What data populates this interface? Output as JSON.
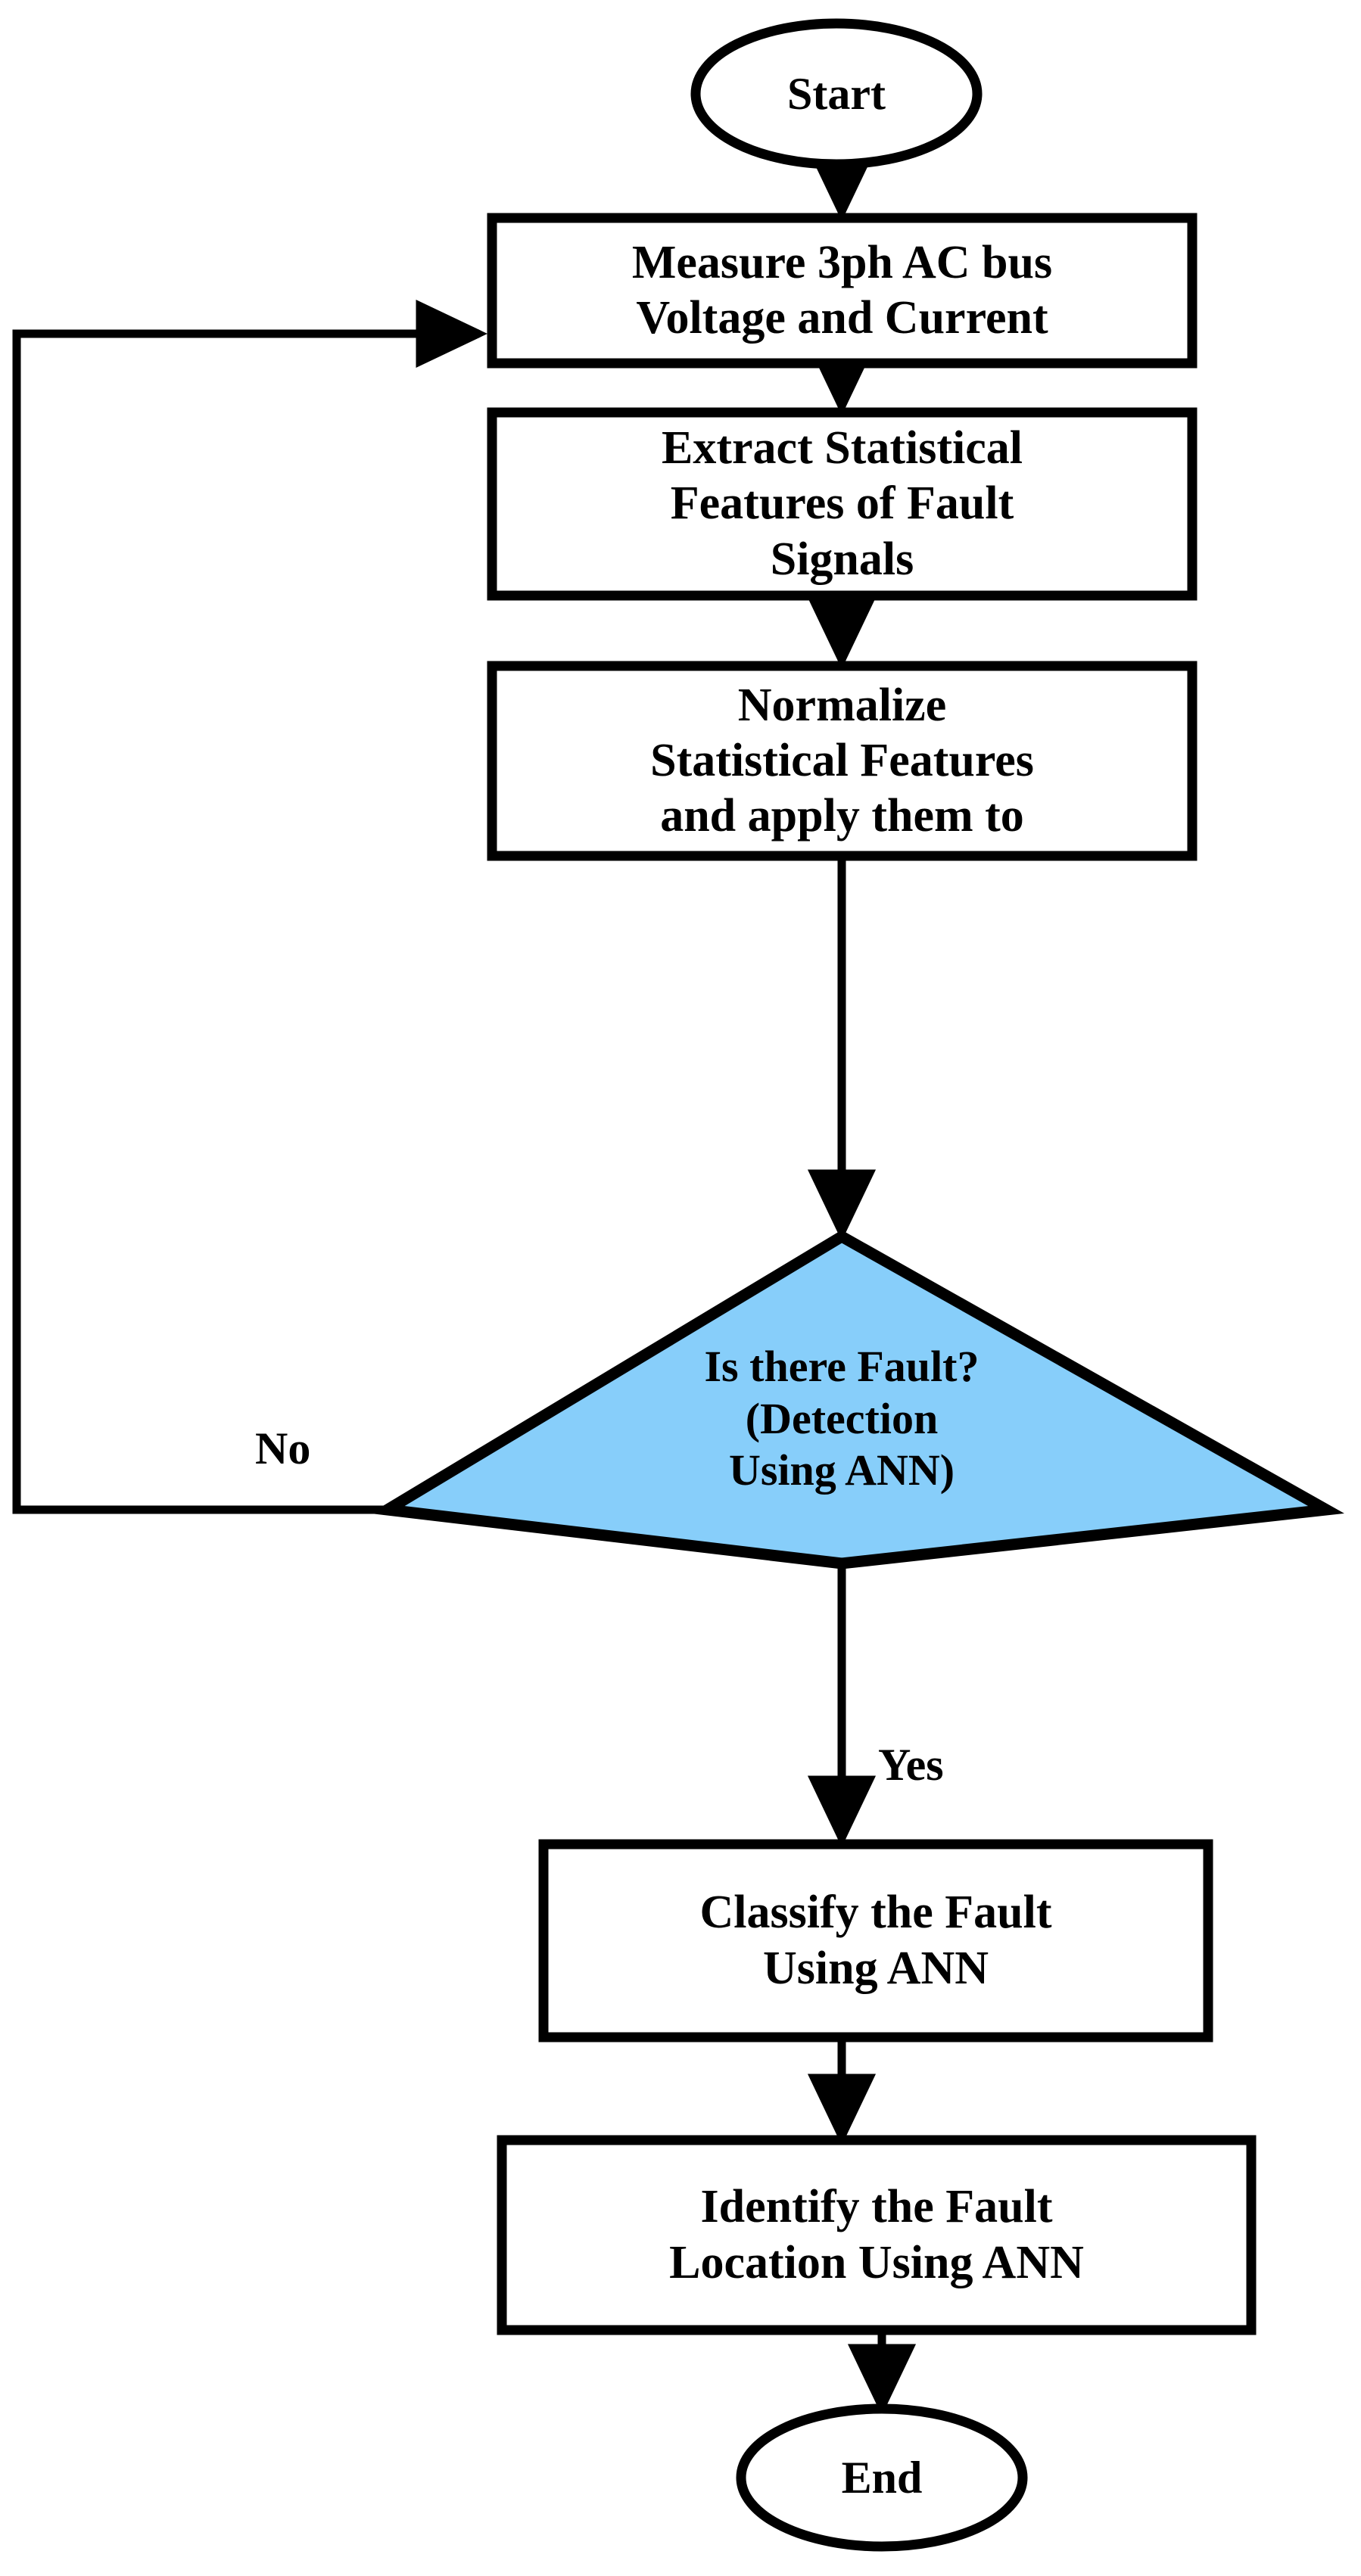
{
  "diagram": {
    "title": "ANN-based fault detection, classification and location flowchart",
    "type": "flowchart",
    "background_color": "#FFFFFF",
    "stroke_color": "#000000",
    "decision_fill_color": "#87CEFA"
  },
  "nodes": {
    "start": {
      "shape": "terminator-oval",
      "text": "Start"
    },
    "measure": {
      "shape": "process-rectangle",
      "lines": [
        "Measure 3ph AC bus",
        "Voltage and Current"
      ]
    },
    "extract": {
      "shape": "process-rectangle",
      "lines": [
        "Extract Statistical",
        "Features of Fault",
        "Signals"
      ]
    },
    "normalize": {
      "shape": "process-rectangle",
      "lines": [
        "Normalize",
        "Statistical Features",
        "and apply them to"
      ]
    },
    "decision": {
      "shape": "decision-diamond",
      "fill": "#87CEFA",
      "lines": [
        "Is there Fault?",
        "(Detection",
        "Using ANN)"
      ]
    },
    "classify": {
      "shape": "process-rectangle",
      "lines": [
        "Classify the Fault",
        "Using ANN"
      ]
    },
    "identify": {
      "shape": "process-rectangle",
      "lines": [
        "Identify the Fault",
        "Location Using ANN"
      ]
    },
    "end": {
      "shape": "terminator-oval",
      "text": "End"
    }
  },
  "edge_labels": {
    "no": "No",
    "yes": "Yes"
  }
}
